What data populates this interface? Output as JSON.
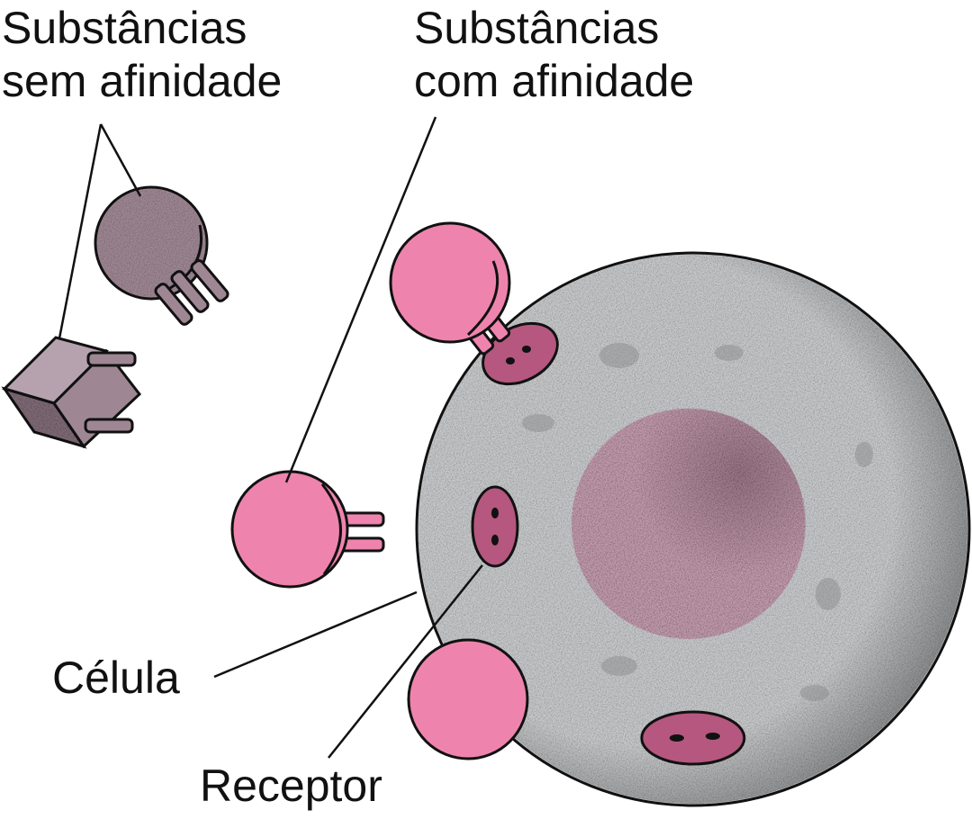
{
  "labels": {
    "no_affinity_line1": "Substâncias",
    "no_affinity_line2": "sem afinidade",
    "affinity_line1": "Substâncias",
    "affinity_line2": "com afinidade",
    "cell": "Célula",
    "receptor": "Receptor"
  },
  "colors": {
    "cell_fill": "#c6c8ca",
    "nucleus_fill": "#c19aab",
    "receptor_fill": "#b5577f",
    "affinity_fill": "#ee84ad",
    "no_affinity_fill": "#9e8793",
    "outline": "#111111"
  }
}
